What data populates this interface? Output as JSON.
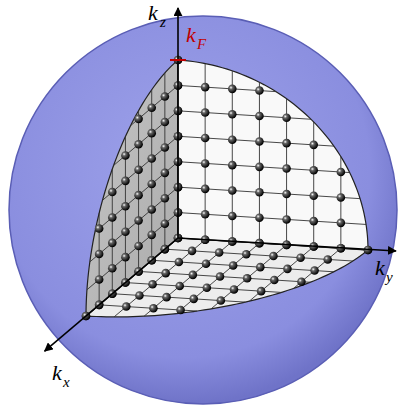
{
  "diagram": {
    "labels": [
      "k",
      "z",
      "k",
      "F",
      "k",
      "y",
      "k",
      "x"
    ]
  }
}
